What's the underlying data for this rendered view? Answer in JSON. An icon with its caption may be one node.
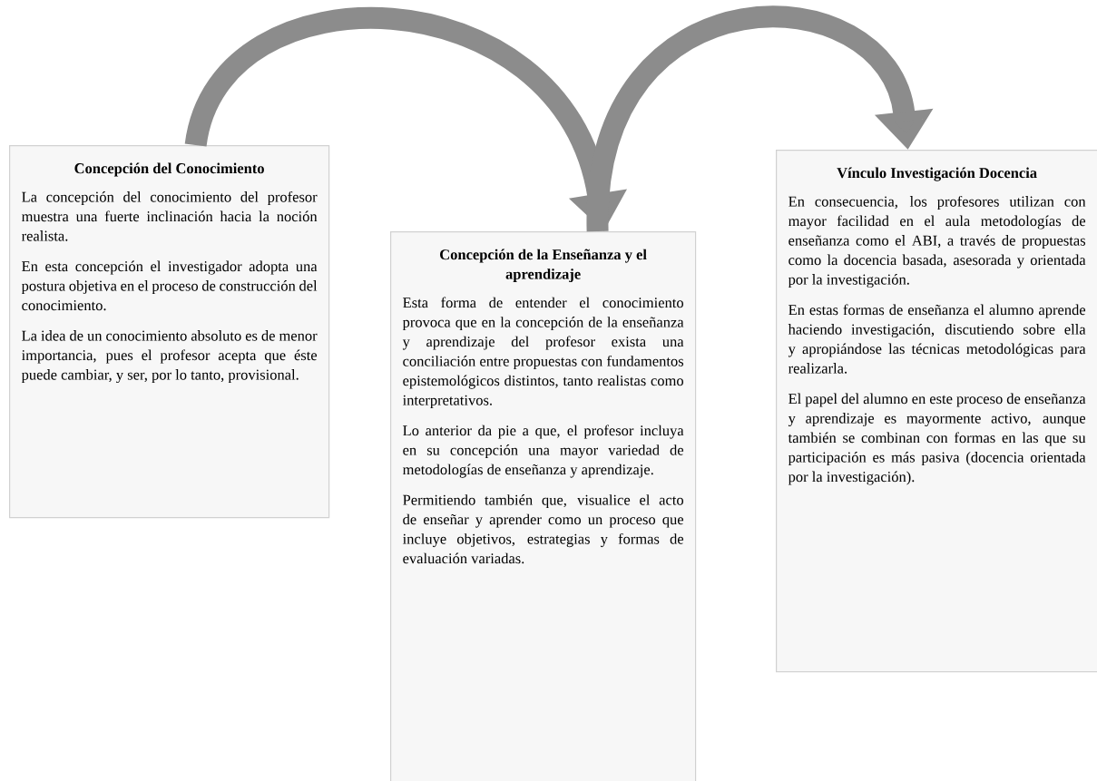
{
  "diagram": {
    "nodes": [
      {
        "text": [
          "Concepción del Conocimiento",
          "La concepción del conocimiento del profesor muestra una fuerte inclinación hacia la noción realista.",
          "En esta concepción el investigador adopta una postura objetiva en el proceso de construcción del conocimiento.",
          "La idea de un conocimiento absoluto es de menor importancia, pues el profesor acepta que éste puede cambiar, y ser, por lo tanto, provisional."
        ]
      },
      {
        "text": [
          "Concepción de la Enseñanza y el aprendizaje",
          "Esta forma de entender el conocimiento provoca que en la concepción de la enseñanza y aprendizaje del profesor exista una conciliación entre propuestas con fundamentos epistemológicos distintos, tanto realistas como interpretativos.",
          "Lo anterior da pie a que, el profesor incluya en su concepción una mayor variedad de metodologías de enseñanza y aprendizaje.",
          "Permitiendo también que, visualice el acto de enseñar y aprender como un proceso que incluye objetivos, estrategias y formas de evaluación variadas."
        ]
      },
      {
        "text": [
          "Vínculo Investigación Docencia",
          "En consecuencia, los profesores utilizan con mayor facilidad en el aula metodologías de enseñanza como el ABI, a través de propuestas como la docencia basada, asesorada y orientada por la investigación.",
          "En estas formas de enseñanza el alumno aprende haciendo investigación, discutiendo sobre ella y apropiándose las técnicas metodológicas para realizarla.",
          "El papel del alumno en este proceso de enseñanza y aprendizaje es mayormente activo, aunque también se combinan con formas en las que su participación es más pasiva (docencia orientada por la investigación)."
        ]
      }
    ],
    "edges": [
      {
        "from": 0,
        "to": 1,
        "arrow": "to"
      },
      {
        "from": 1,
        "to": 2,
        "arrow": "to"
      }
    ]
  }
}
